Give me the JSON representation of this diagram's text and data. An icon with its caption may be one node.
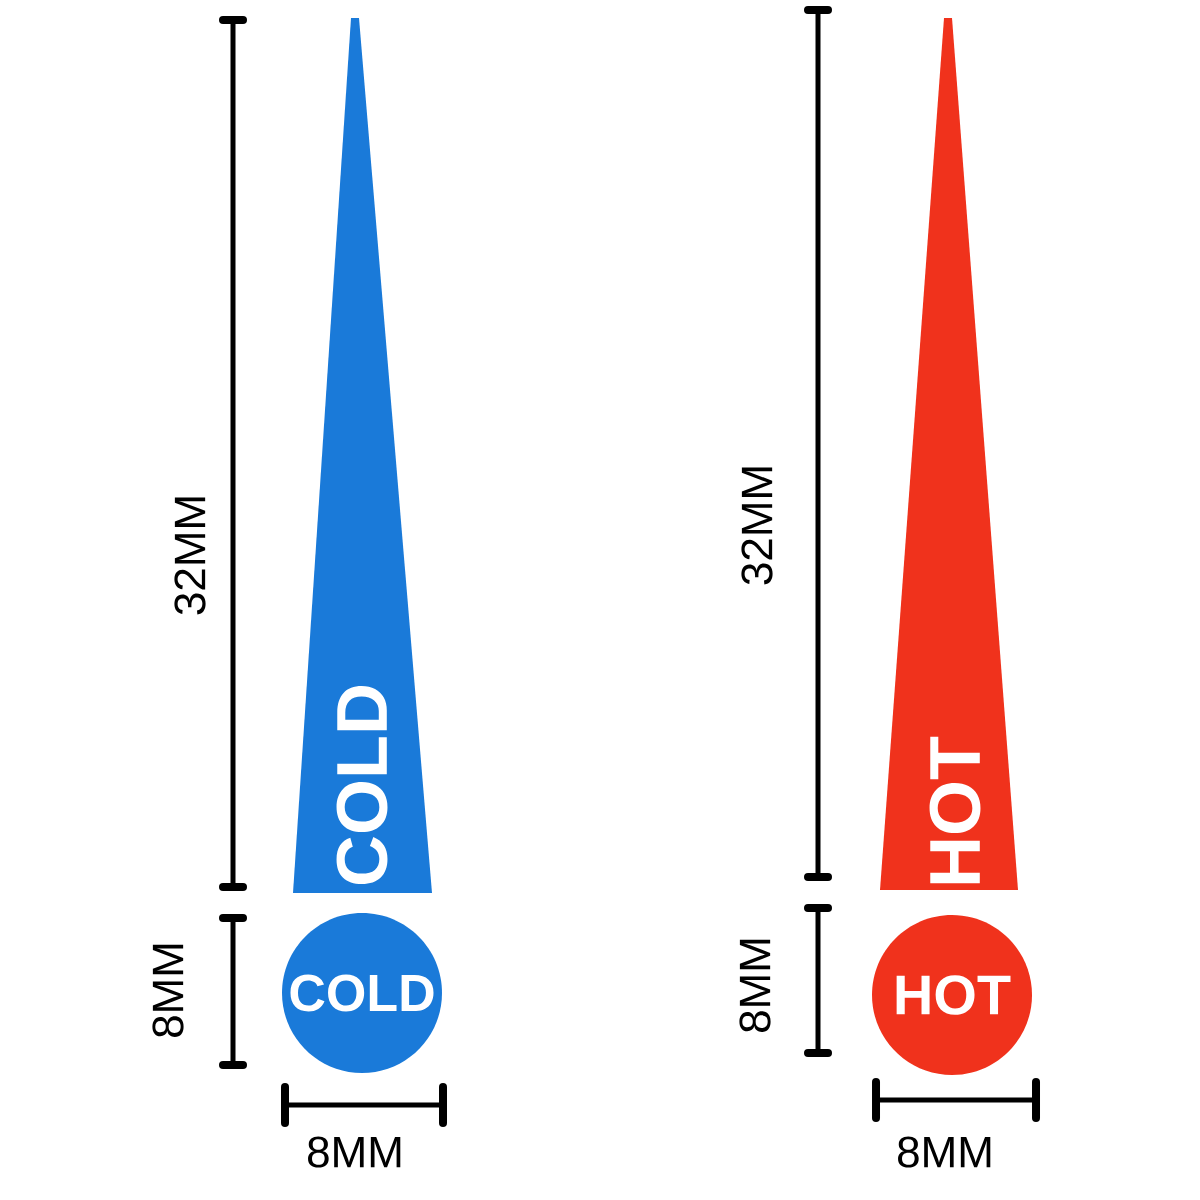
{
  "diagram": {
    "nodes": [
      {
        "text": [
          "COLD"
        ]
      },
      {
        "text": [
          "COLD"
        ]
      },
      {
        "text": [
          "HOT"
        ]
      },
      {
        "text": [
          "HOT"
        ]
      }
    ],
    "labels": [
      "32MM",
      "8MM",
      "8MM",
      "32MM",
      "8MM",
      "8MM"
    ]
  }
}
